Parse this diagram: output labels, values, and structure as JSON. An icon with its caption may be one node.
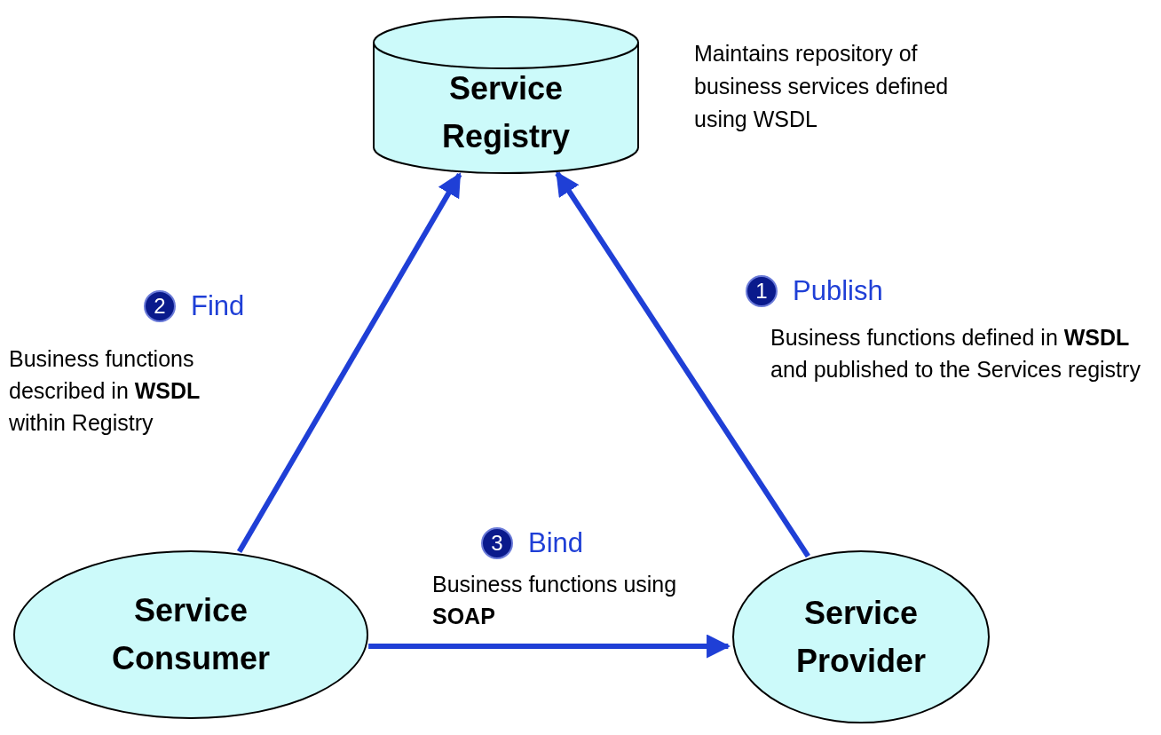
{
  "diagram": {
    "nodes": [
      {
        "text": [
          "Service Registry"
        ],
        "beside": [
          "Maintains repository of business services defined using WSDL"
        ]
      },
      {
        "text": [
          "Service Consumer"
        ]
      },
      {
        "text": [
          "Service Provider"
        ]
      }
    ],
    "edges": [
      {
        "from": 1,
        "to": 0,
        "arrow": "to"
      },
      {
        "from": 2,
        "to": 0,
        "arrow": "to"
      },
      {
        "from": 1,
        "to": 2,
        "arrow": "to"
      }
    ],
    "labels": [
      "1",
      "Publish",
      "2",
      "Find",
      "Business functions defined in **WSDL** and published to the Services registry",
      "Business functions described in **WSDL** within Registry",
      "3",
      "Bind",
      "Business functions using **SOAP**"
    ]
  }
}
